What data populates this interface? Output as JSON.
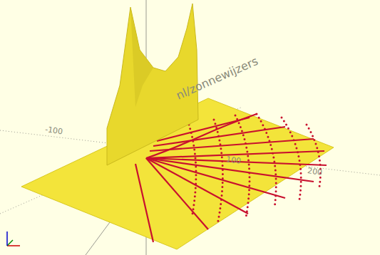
{
  "diagram": {
    "labels": [
      "nl/zonnewijzers",
      "100",
      "200",
      "-100"
    ]
  }
}
